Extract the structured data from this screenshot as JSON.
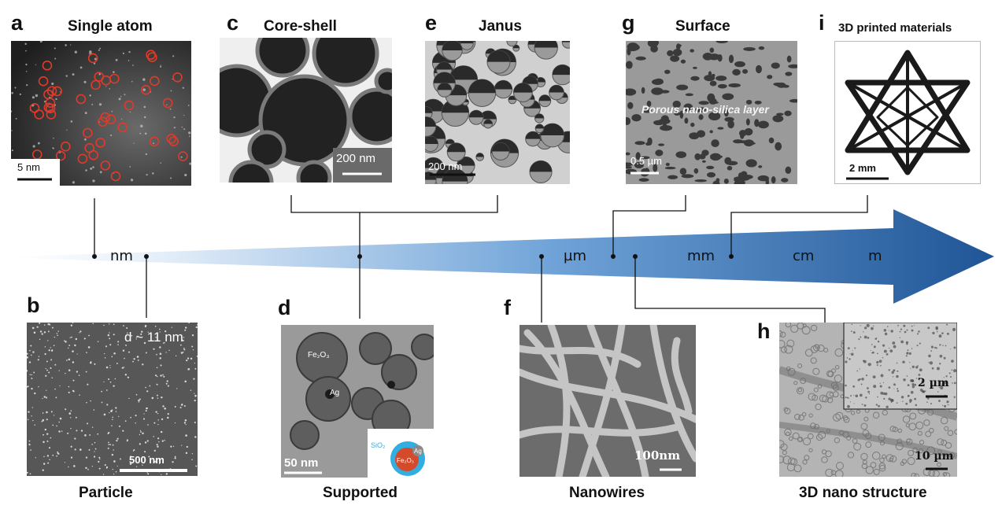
{
  "panels": {
    "a": {
      "letter": "a",
      "title": "Single atom",
      "scale": "5 nm"
    },
    "b": {
      "letter": "b",
      "title": "Particle",
      "scale": "500 nm",
      "note": "d ~ 11 nm"
    },
    "c": {
      "letter": "c",
      "title": "Core-shell",
      "scale": "200 nm"
    },
    "d": {
      "letter": "d",
      "title": "Supported",
      "scale": "50 nm",
      "label_fe": "Fe₂O₃",
      "label_ag": "Ag",
      "inset_sio2": "SiO₂",
      "inset_ag": "Ag",
      "inset_fe": "Fe₂O₃"
    },
    "e": {
      "letter": "e",
      "title": "Janus",
      "scale": "200 nm"
    },
    "f": {
      "letter": "f",
      "title": "Nanowires",
      "scale": "100nm"
    },
    "g": {
      "letter": "g",
      "title": "Surface",
      "scale": "0.5 µm",
      "note": "Porous nano-silica layer"
    },
    "h": {
      "letter": "h",
      "title": "3D nano structure",
      "scale": "10 µm",
      "inset_scale": "2 µm"
    },
    "i": {
      "letter": "i",
      "title": "3D printed materials",
      "scale": "2 mm"
    }
  },
  "scale_axis": {
    "units": [
      "nm",
      "µm",
      "mm",
      "cm",
      "m"
    ],
    "colors": {
      "arrow_start": "#ffffff",
      "arrow_end": "#1f5596"
    }
  }
}
